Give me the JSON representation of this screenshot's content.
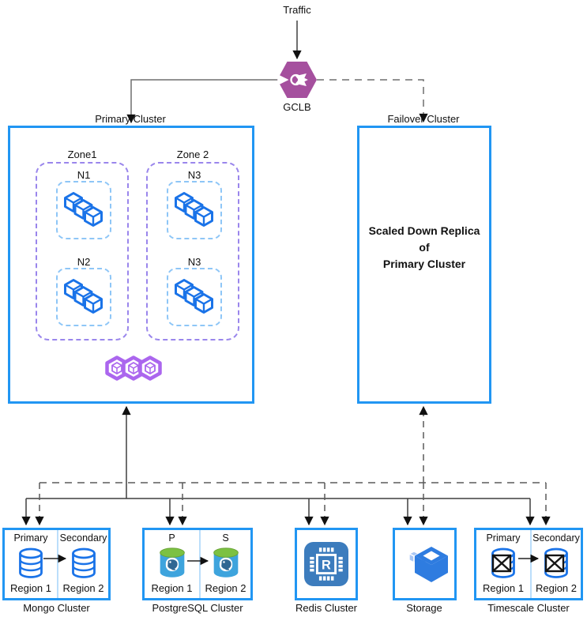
{
  "labels": {
    "traffic": "Traffic",
    "gclb": "GCLB"
  },
  "primary_cluster": {
    "label": "Primary Cluster",
    "zones": [
      {
        "label": "Zone1",
        "nodes": [
          "N1",
          "N2"
        ]
      },
      {
        "label": "Zone 2",
        "nodes": [
          "N3",
          "N3"
        ]
      }
    ]
  },
  "failover_cluster": {
    "label": "Failover Cluster",
    "line1": "Scaled Down Replica",
    "line2": "of",
    "line3": "Primary Cluster"
  },
  "clusters": {
    "mongo": {
      "label": "Mongo Cluster",
      "left_role": "Primary",
      "right_role": "Secondary",
      "left_region": "Region 1",
      "right_region": "Region 2"
    },
    "postgres": {
      "label": "PostgreSQL Cluster",
      "left_role": "P",
      "right_role": "S",
      "left_region": "Region 1",
      "right_region": "Region 2"
    },
    "redis": {
      "label": "Redis Cluster",
      "icon_letter": "R"
    },
    "storage": {
      "label": "Storage"
    },
    "timescale": {
      "label": "Timescale Cluster",
      "left_role": "Primary",
      "right_role": "Secondary",
      "left_region": "Region 1",
      "right_region": "Region 2"
    }
  },
  "colors": {
    "box-blue": "#2196F3",
    "zone-purple": "#9A86EC",
    "node-blue": "#8EC6F7",
    "icon-blue": "#1A73E8",
    "divider-blue": "#BBDEFB",
    "gclb-purple": "#A5509E",
    "pods-purple": "#AB66EE",
    "pg-body": "#3EA4DD",
    "pg-top": "#7CC142",
    "pg-logo": "#2F6792",
    "redis-bg": "#3C7CBD",
    "storage-blue": "#2E7CE0",
    "storage-mid": "#5E94E9",
    "storage-light": "#A9C7F4",
    "line-solid": "#3F3F3F",
    "line-dashed": "#5A5A5A",
    "arrowhead": "#111111"
  }
}
